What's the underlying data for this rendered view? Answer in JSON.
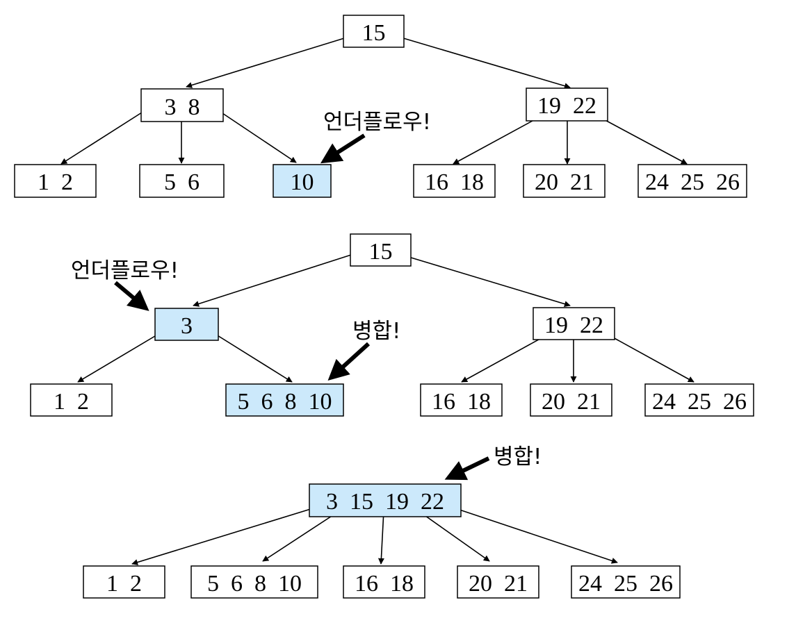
{
  "palette": {
    "node_fill": "#ffffff",
    "highlight_fill": "#cce9fb",
    "line": "#000000"
  },
  "diagrams": [
    {
      "nodes": [
        {
          "id": "d1-root",
          "label": "15",
          "highlight": false
        },
        {
          "id": "d1-left",
          "label": "3  8",
          "highlight": false
        },
        {
          "id": "d1-right",
          "label": "19  22",
          "highlight": false
        },
        {
          "id": "d1-leaf-1-2",
          "label": "1  2",
          "highlight": false
        },
        {
          "id": "d1-leaf-5-6",
          "label": "5  6",
          "highlight": false
        },
        {
          "id": "d1-leaf-10",
          "label": "10",
          "highlight": true
        },
        {
          "id": "d1-leaf-16-18",
          "label": "16  18",
          "highlight": false
        },
        {
          "id": "d1-leaf-20-21",
          "label": "20  21",
          "highlight": false
        },
        {
          "id": "d1-leaf-24-25-26",
          "label": "24  25  26",
          "highlight": false
        }
      ],
      "notes": [
        {
          "id": "d1-note-underflow",
          "text": "언더플로우!"
        }
      ]
    },
    {
      "nodes": [
        {
          "id": "d2-root",
          "label": "15",
          "highlight": false
        },
        {
          "id": "d2-left",
          "label": "3",
          "highlight": true
        },
        {
          "id": "d2-right",
          "label": "19  22",
          "highlight": false
        },
        {
          "id": "d2-leaf-1-2",
          "label": "1  2",
          "highlight": false
        },
        {
          "id": "d2-leaf-5-6-8-10",
          "label": "5  6  8  10",
          "highlight": true
        },
        {
          "id": "d2-leaf-16-18",
          "label": "16  18",
          "highlight": false
        },
        {
          "id": "d2-leaf-20-21",
          "label": "20  21",
          "highlight": false
        },
        {
          "id": "d2-leaf-24-25-26",
          "label": "24  25  26",
          "highlight": false
        }
      ],
      "notes": [
        {
          "id": "d2-note-underflow",
          "text": "언더플로우!"
        },
        {
          "id": "d2-note-merge",
          "text": "병합!"
        }
      ]
    },
    {
      "nodes": [
        {
          "id": "d3-root",
          "label": "3  15  19  22",
          "highlight": true
        },
        {
          "id": "d3-leaf-1-2",
          "label": "1  2",
          "highlight": false
        },
        {
          "id": "d3-leaf-5-6-8-10",
          "label": "5  6  8  10",
          "highlight": false
        },
        {
          "id": "d3-leaf-16-18",
          "label": "16  18",
          "highlight": false
        },
        {
          "id": "d3-leaf-20-21",
          "label": "20  21",
          "highlight": false
        },
        {
          "id": "d3-leaf-24-25-26",
          "label": "24  25  26",
          "highlight": false
        }
      ],
      "notes": [
        {
          "id": "d3-note-merge",
          "text": "병합!"
        }
      ]
    }
  ]
}
